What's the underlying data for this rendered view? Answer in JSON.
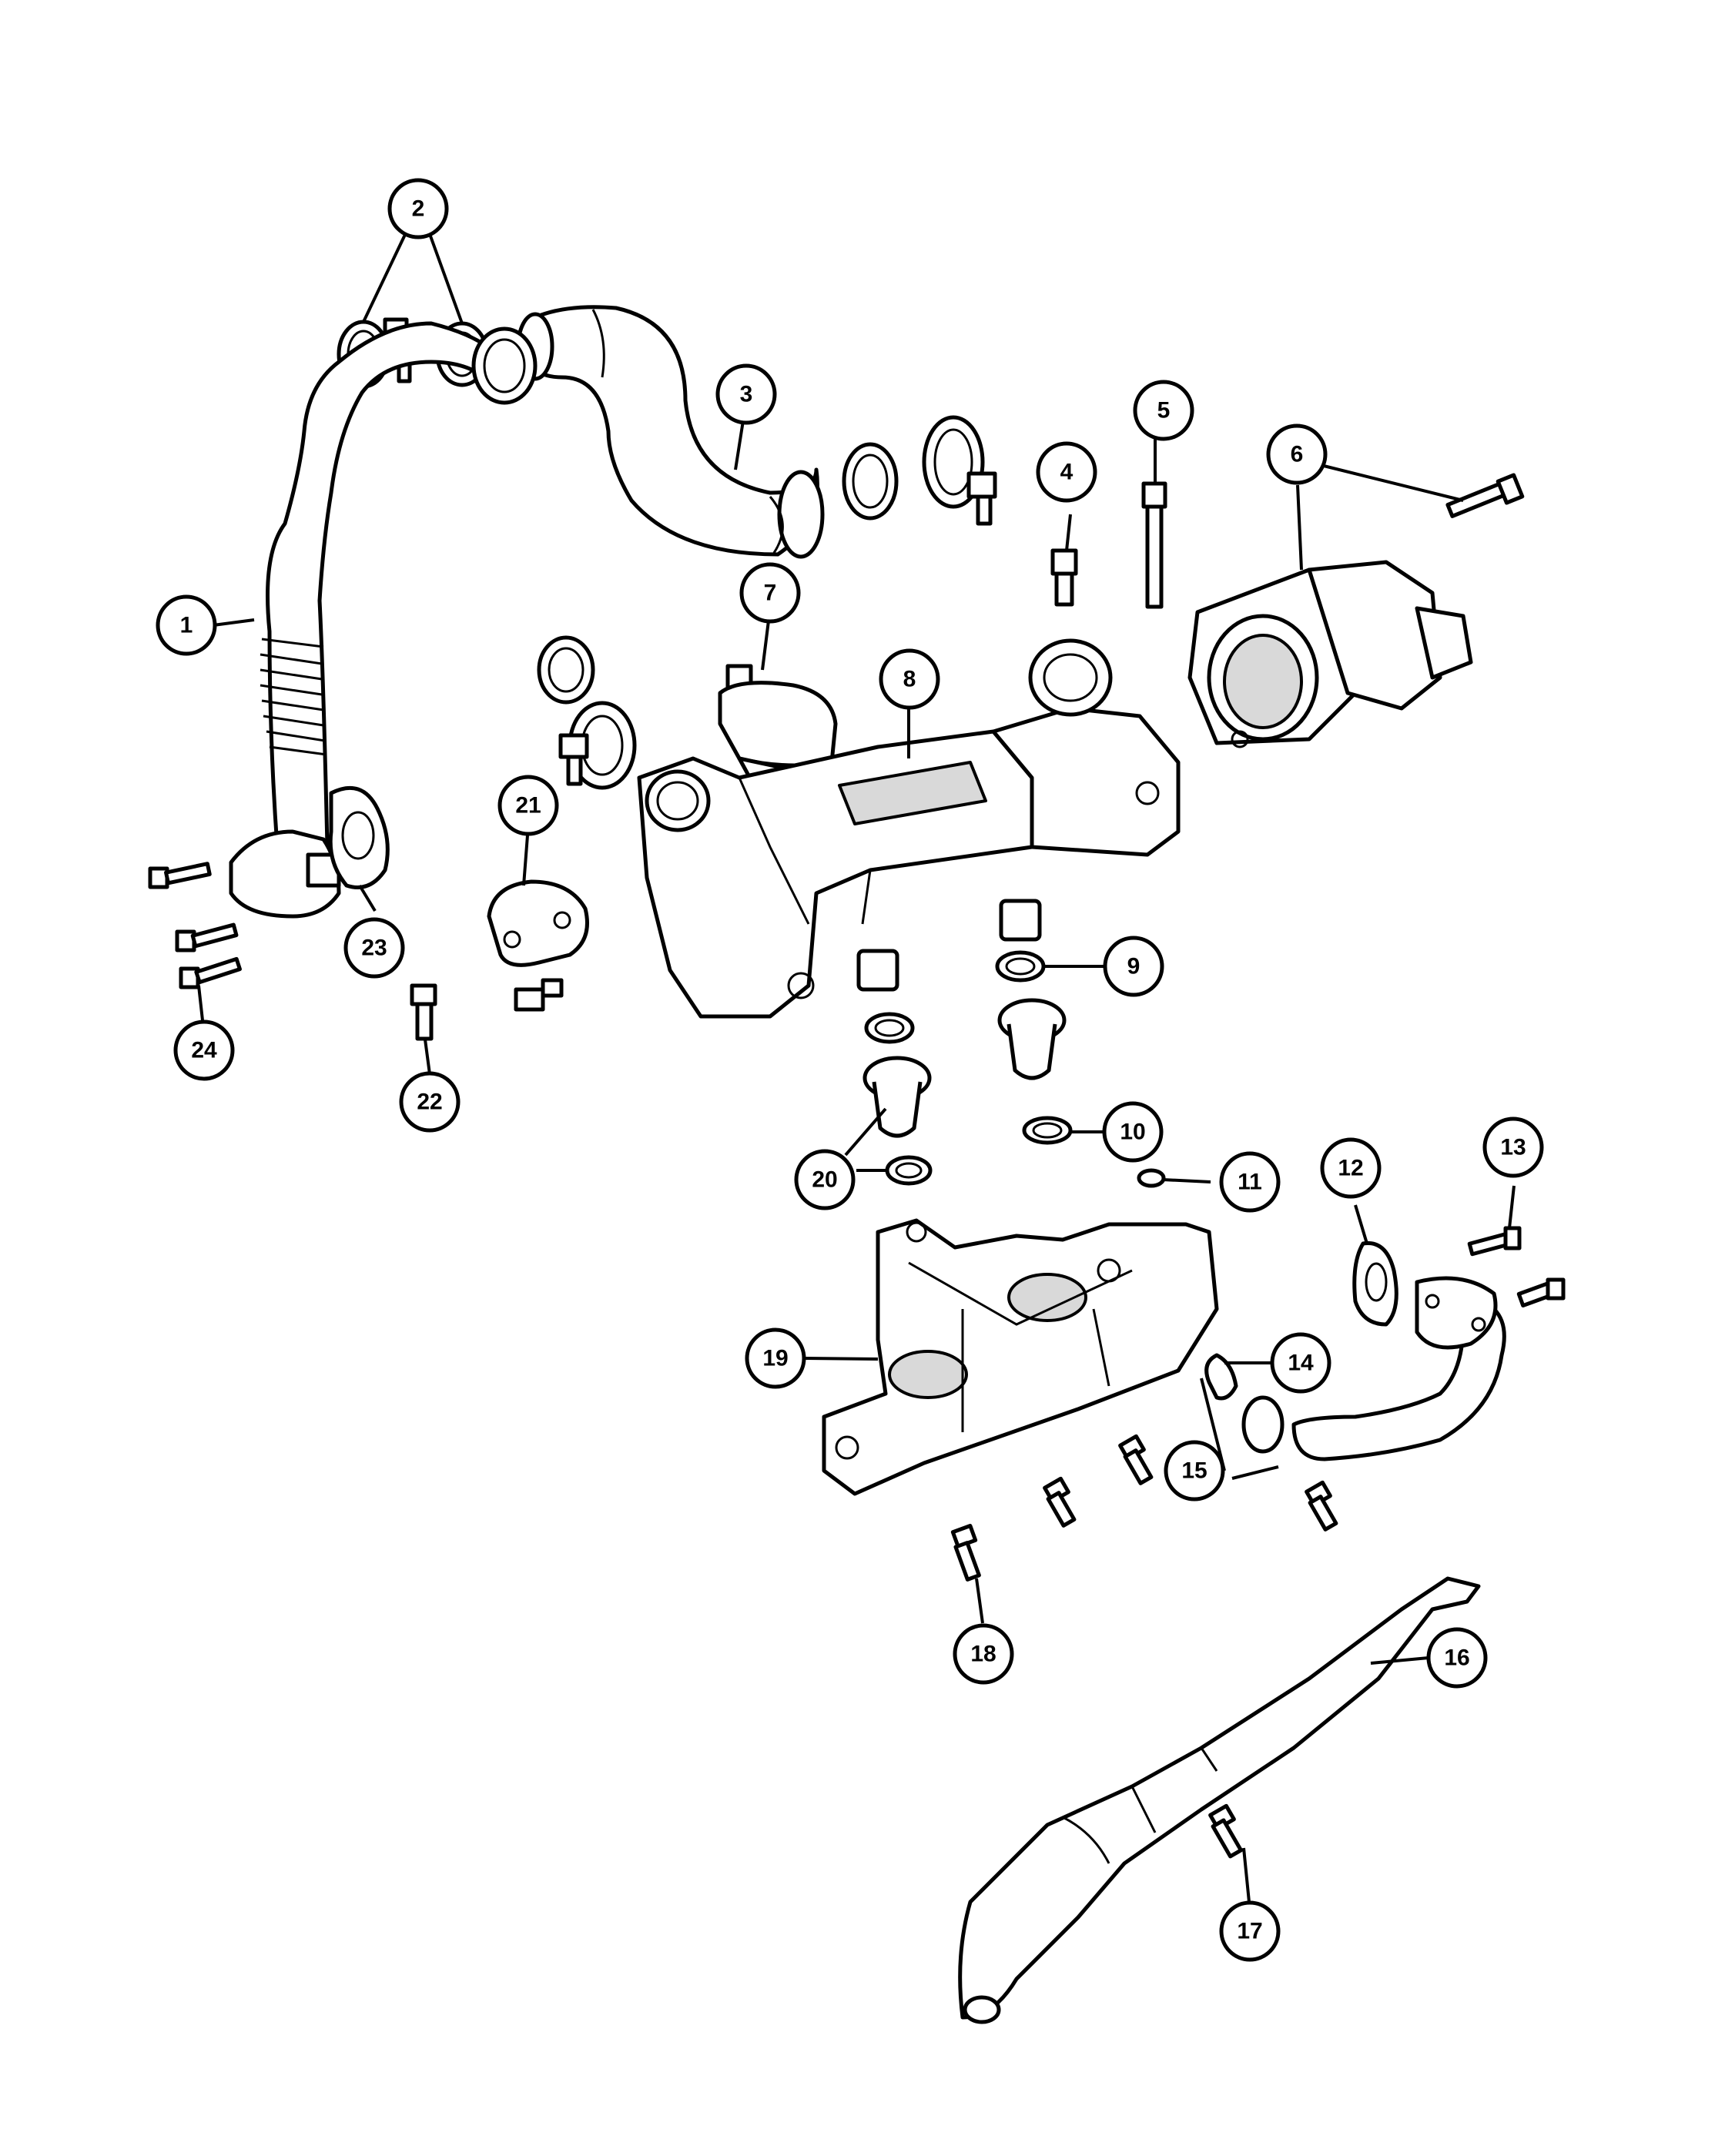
{
  "callouts": [
    "1",
    "2",
    "3",
    "4",
    "5",
    "6",
    "7",
    "8",
    "9",
    "10",
    "11",
    "12",
    "13",
    "14",
    "15",
    "16",
    "17",
    "18",
    "19",
    "20",
    "21",
    "22",
    "23",
    "24"
  ]
}
